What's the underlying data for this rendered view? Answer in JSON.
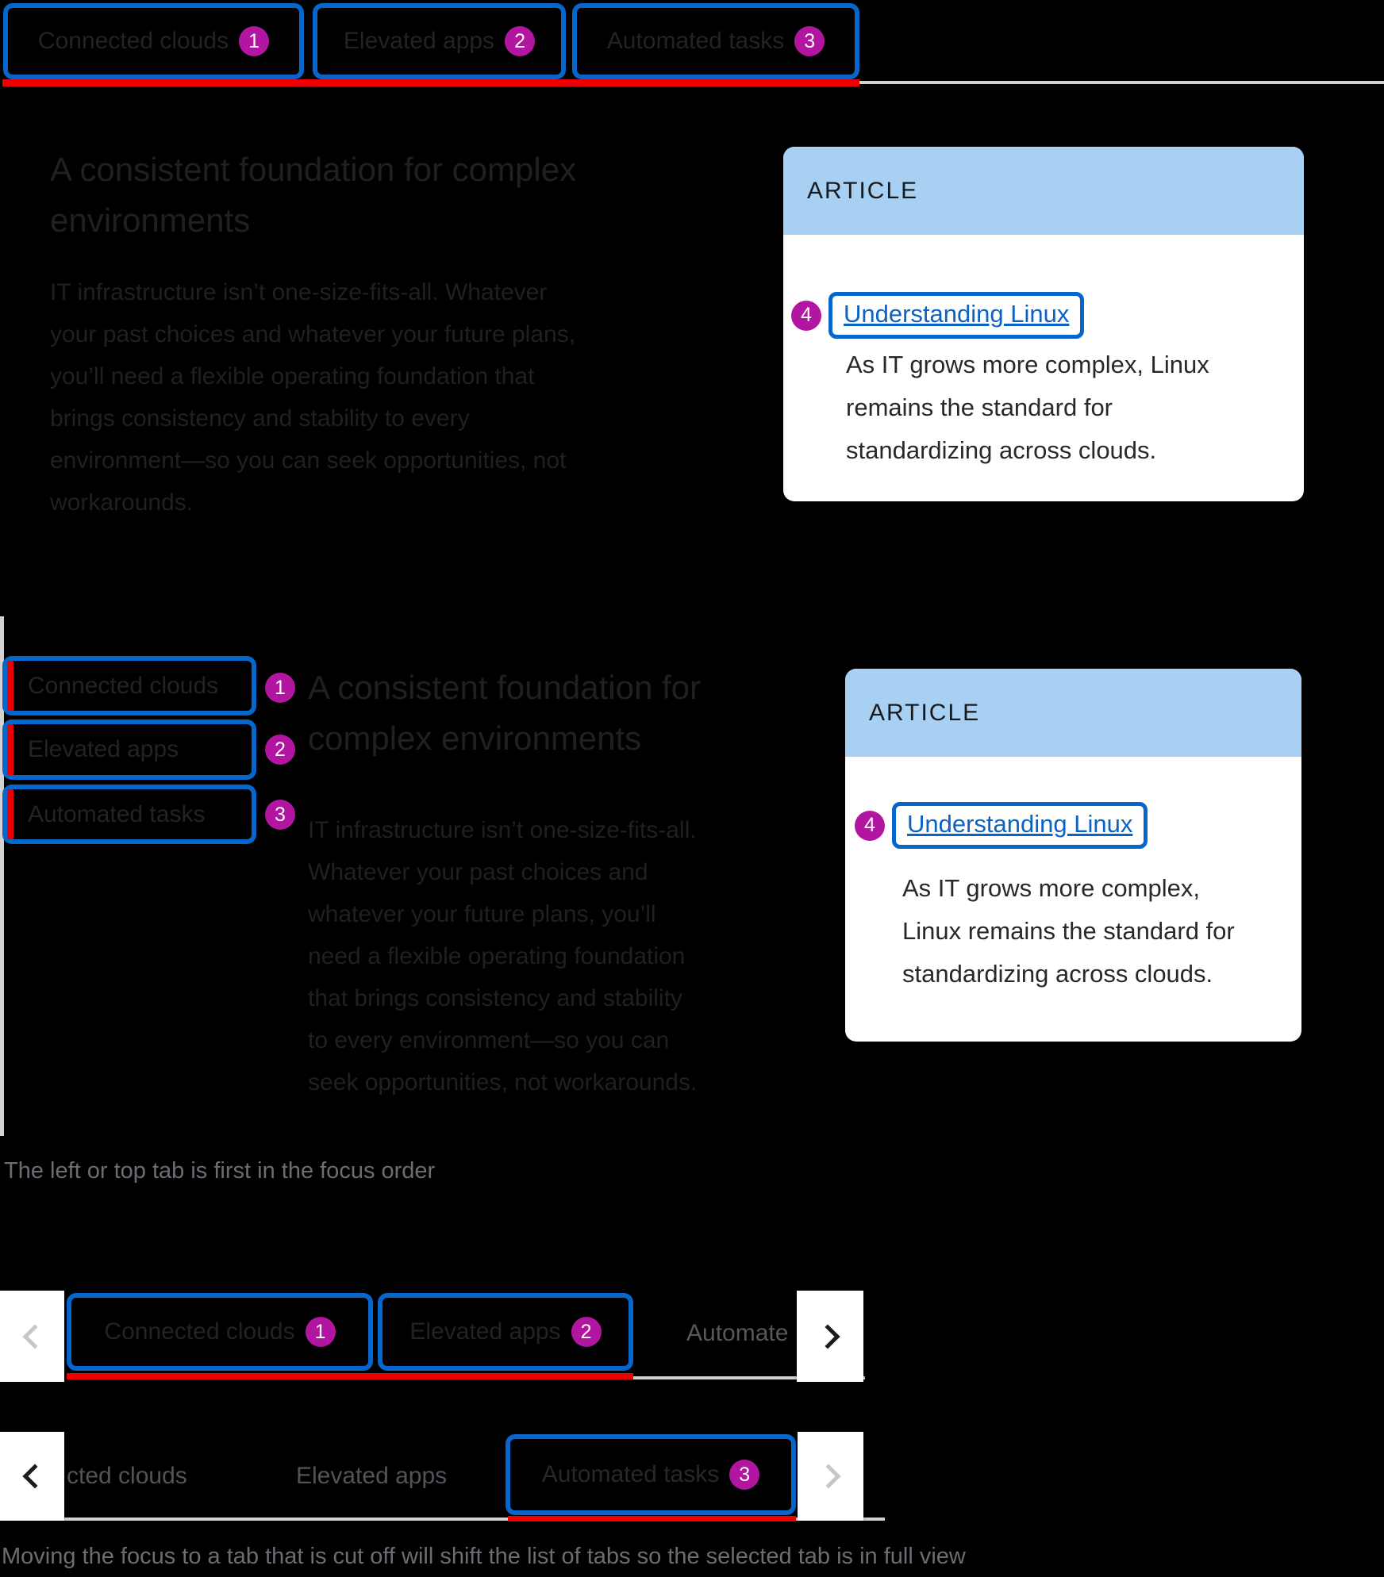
{
  "colors": {
    "background": "#000000",
    "focus_outline": "#0666cc",
    "selection_red": "#ee0000",
    "badge_magenta": "#b2159f",
    "card_header_blue": "#a8d0f2",
    "link_blue": "#0b62c5",
    "caption_gray": "#6a6e73"
  },
  "tabs": {
    "items": [
      {
        "label": "Connected clouds",
        "badge": "1"
      },
      {
        "label": "Elevated apps",
        "badge": "2"
      },
      {
        "label": "Automated tasks",
        "badge": "3"
      }
    ]
  },
  "article": {
    "eyebrow": "ARTICLE",
    "link_badge": "4",
    "link_label": "Understanding Linux",
    "body_wide": "As IT grows more complex, Linux\nremains the standard for\nstandardizing across clouds.",
    "body_narrow": "As IT grows more complex,\nLinux remains the standard for\nstandardizing across clouds."
  },
  "content": {
    "heading_wide": "A consistent foundation for complex\nenvironments",
    "paragraph_wide": "IT infrastructure isn’t one-size-fits-all. Whatever\nyour past choices and whatever your future plans,\nyou’ll need a flexible operating foundation that\nbrings consistency and stability to every\nenvironment—so you can seek opportunities, not\nworkarounds.",
    "heading_narrow": "A consistent foundation for\ncomplex environments",
    "paragraph_narrow": "IT infrastructure isn’t one-size-fits-all.\nWhatever your past choices and\nwhatever your future plans, you’ll\nneed a flexible operating foundation\nthat brings consistency and stability\nto every environment—so you can\nseek opportunities, not workarounds."
  },
  "overflow": {
    "row1_cut_label": "Automate",
    "row2_cut_label": "cted clouds",
    "row2_plain_label": "Elevated apps"
  },
  "captions": {
    "focus_order": "The left or top tab is first in the focus order",
    "overflow_shift": "Moving the focus to a tab that is cut off will shift the list of tabs so the selected tab is in full view"
  }
}
